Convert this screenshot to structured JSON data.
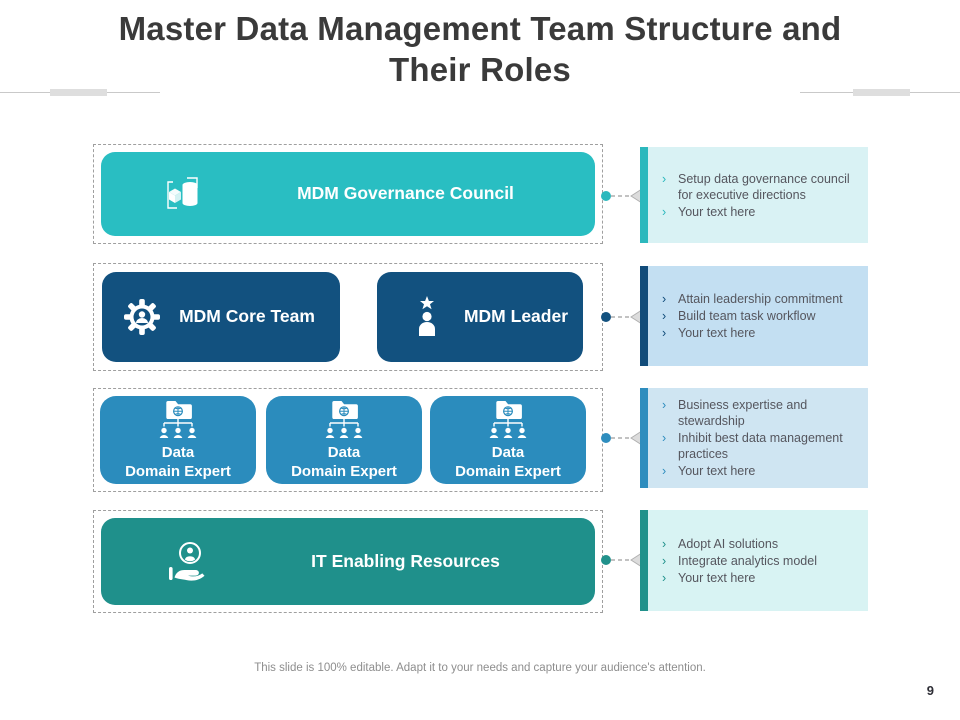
{
  "slide": {
    "title": "Master Data Management Team Structure and\nTheir Roles",
    "footer": "This slide is 100% editable. Adapt it to your needs and capture your audience's attention.",
    "page_number": "9",
    "bullet_glyph": "›"
  },
  "rows": [
    {
      "name": "governance-council",
      "colors": {
        "box": "#29BEC2",
        "accent": "#2CB8BD",
        "callout_bg": "#D9F2F4",
        "dot": "#2CB8BD"
      },
      "boxes": [
        {
          "label": "MDM Governance Council",
          "icon": "database-icon"
        }
      ],
      "bullets": [
        "Setup data governance council for executive directions",
        "Your text here"
      ]
    },
    {
      "name": "core-team-and-leader",
      "colors": {
        "box": "#12517F",
        "accent": "#114C7A",
        "callout_bg": "#C3DFF2",
        "dot": "#12517F"
      },
      "boxes": [
        {
          "label": "MDM Core Team",
          "icon": "gear-person-icon"
        },
        {
          "label": "MDM Leader",
          "icon": "leader-star-icon"
        }
      ],
      "bullets": [
        "Attain leadership commitment",
        "Build team task workflow",
        "Your text here"
      ]
    },
    {
      "name": "data-domain-experts",
      "colors": {
        "box": "#2B8CBD",
        "accent": "#2E8DBE",
        "callout_bg": "#CFE5F2",
        "dot": "#2E8DBE"
      },
      "boxes": [
        {
          "label": "Data\nDomain Expert",
          "icon": "domain-folder-icon"
        },
        {
          "label": "Data\nDomain Expert",
          "icon": "domain-folder-icon"
        },
        {
          "label": "Data\nDomain Expert",
          "icon": "domain-folder-icon"
        }
      ],
      "bullets": [
        "Business expertise and stewardship",
        "Inhibit best data management practices",
        "Your text here"
      ]
    },
    {
      "name": "it-enabling-resources",
      "colors": {
        "box": "#1F908B",
        "accent": "#21918B",
        "callout_bg": "#D8F3F3",
        "dot": "#21918B"
      },
      "boxes": [
        {
          "label": "IT Enabling Resources",
          "icon": "hand-person-icon"
        }
      ],
      "bullets": [
        "Adopt AI solutions",
        "Integrate analytics model",
        "Your text here"
      ]
    }
  ]
}
